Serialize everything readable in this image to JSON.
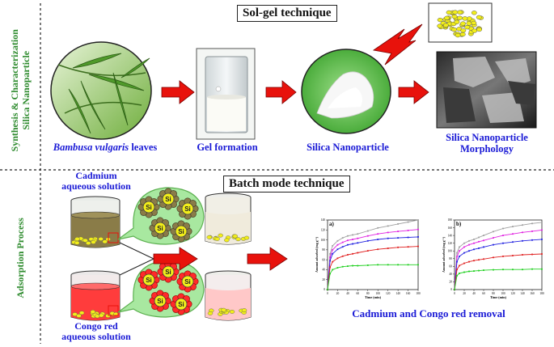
{
  "section_labels": {
    "top_line1": "Synthesis & Characterization",
    "top_line2": "Silica Nanoparticle",
    "bottom": "Adsorption Process"
  },
  "titles": {
    "sol_gel": "Sol-gel technique",
    "batch": "Batch mode technique"
  },
  "steps": {
    "leaves_species": "Bambusa vulgaris",
    "leaves_word": " leaves",
    "gel": "Gel formation",
    "silica": "Silica Nanoparticle",
    "morph_line1": "Silica Nanoparticle",
    "morph_line2": "Morphology"
  },
  "solutions": {
    "cadmium_line1": "Cadmium",
    "cadmium_line2": "aqueous solution",
    "congo_line1": "Congo red",
    "congo_line2": "aqueous solution",
    "si_label": "Si"
  },
  "removal_caption": "Cadmium and Congo red removal",
  "colors": {
    "green_section": "#2e8b2e",
    "blue_text": "#1a1ad6",
    "arrow_red": "#e8120c",
    "nanoparticle_yellow": "#f2ee1a",
    "cadmium_liquid": "#8a7c48",
    "congo_liquid": "#ff3c3c",
    "bubble_green": "#a8e8a0"
  },
  "chart_data": [
    {
      "type": "line",
      "panel_label": "a)",
      "xlabel": "Time (min)",
      "ylabel": "Amount adsorbed (mg g⁻¹)",
      "xlim": [
        0,
        180
      ],
      "ylim": [
        0,
        140
      ],
      "x_ticks": [
        0,
        20,
        40,
        60,
        80,
        100,
        120,
        140,
        160,
        180
      ],
      "y_ticks": [
        0,
        20,
        40,
        60,
        80,
        100,
        120,
        140
      ],
      "x": [
        0,
        5,
        10,
        20,
        30,
        40,
        50,
        60,
        80,
        100,
        120,
        140,
        160,
        180
      ],
      "series": [
        {
          "color": "#a0a0a0",
          "values": [
            0,
            72,
            88,
            98,
            104,
            108,
            110,
            112,
            118,
            124,
            128,
            132,
            136,
            140
          ]
        },
        {
          "color": "#e020e0",
          "values": [
            0,
            65,
            80,
            90,
            95,
            99,
            101,
            103,
            108,
            112,
            115,
            117,
            119,
            121
          ]
        },
        {
          "color": "#2020e0",
          "values": [
            0,
            58,
            72,
            81,
            86,
            90,
            92,
            94,
            98,
            101,
            103,
            104,
            105,
            106
          ]
        },
        {
          "color": "#e02020",
          "values": [
            0,
            45,
            56,
            63,
            67,
            70,
            72,
            74,
            78,
            81,
            83,
            85,
            86,
            87
          ]
        },
        {
          "color": "#20d020",
          "values": [
            0,
            32,
            40,
            44,
            46,
            47,
            48,
            48,
            49,
            50,
            50,
            50,
            50,
            50
          ]
        }
      ]
    },
    {
      "type": "line",
      "panel_label": "b)",
      "xlabel": "Time (min)",
      "ylabel": "Amount adsorbed (mg g⁻¹)",
      "xlim": [
        0,
        180
      ],
      "ylim": [
        0,
        180
      ],
      "x_ticks": [
        0,
        20,
        40,
        60,
        80,
        100,
        120,
        140,
        160,
        180
      ],
      "y_ticks": [
        0,
        20,
        40,
        60,
        80,
        100,
        120,
        140,
        160,
        180
      ],
      "x": [
        0,
        5,
        10,
        20,
        30,
        40,
        50,
        60,
        80,
        100,
        120,
        140,
        160,
        180
      ],
      "series": [
        {
          "color": "#a0a0a0",
          "values": [
            0,
            95,
            110,
            120,
            126,
            130,
            135,
            140,
            150,
            158,
            163,
            167,
            171,
            174
          ]
        },
        {
          "color": "#e020e0",
          "values": [
            0,
            85,
            100,
            110,
            116,
            120,
            124,
            127,
            134,
            140,
            144,
            148,
            151,
            154
          ]
        },
        {
          "color": "#2020e0",
          "values": [
            0,
            72,
            86,
            95,
            100,
            104,
            107,
            110,
            116,
            120,
            123,
            126,
            128,
            130
          ]
        },
        {
          "color": "#e02020",
          "values": [
            0,
            52,
            62,
            68,
            72,
            75,
            77,
            79,
            83,
            86,
            88,
            90,
            91,
            92
          ]
        },
        {
          "color": "#20d020",
          "values": [
            0,
            36,
            42,
            45,
            47,
            48,
            49,
            50,
            51,
            52,
            52,
            52,
            53,
            53
          ]
        }
      ]
    }
  ]
}
